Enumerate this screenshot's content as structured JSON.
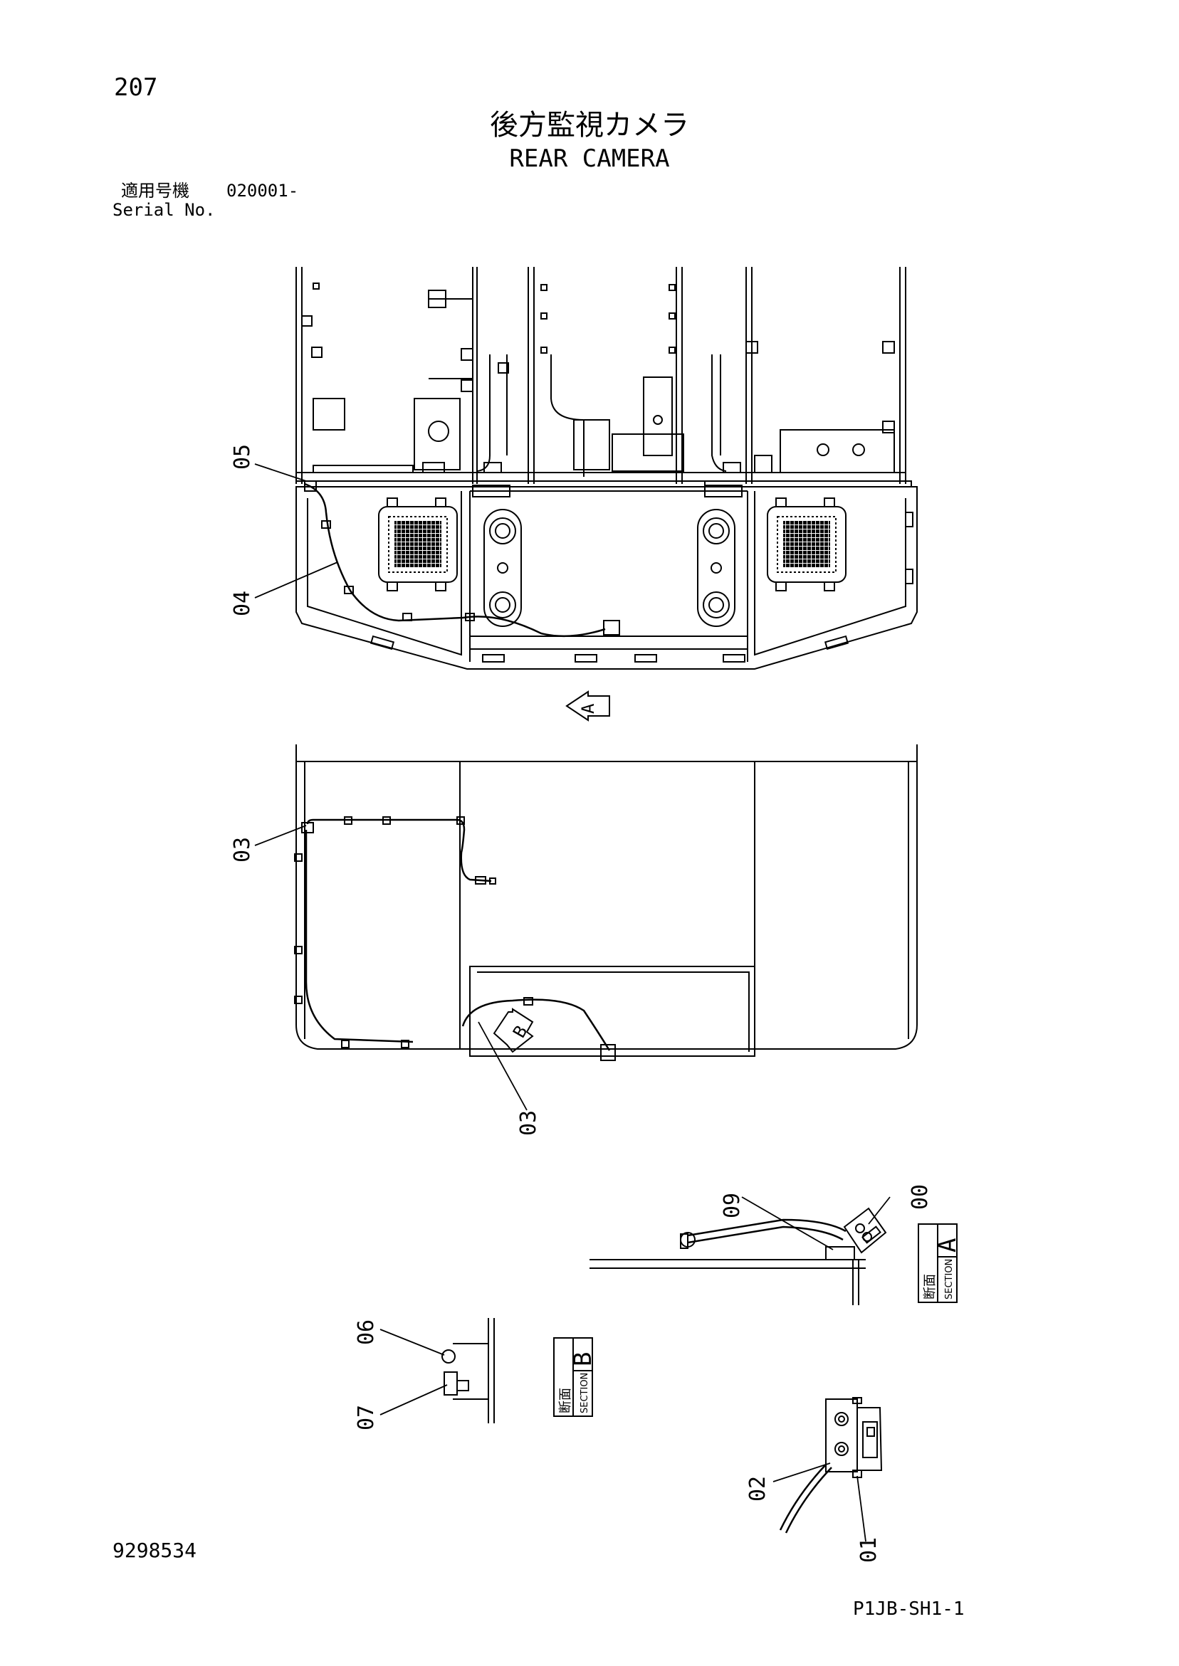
{
  "header": {
    "page_number": "207",
    "title_jp": "後方監視カメラ",
    "title_en": "REAR CAMERA",
    "serial_label_jp": "適用号機",
    "serial_value": "020001-",
    "serial_label_en": "Serial No."
  },
  "callouts": {
    "c05": "05",
    "c04": "04",
    "c03a": "03",
    "c03b": "03",
    "c09": "09",
    "c00": "00",
    "c06": "06",
    "c07": "07",
    "c02": "02",
    "c01": "01"
  },
  "view_arrows": {
    "arrow_a": "A",
    "arrow_b": "B"
  },
  "sections": {
    "section_a": {
      "letter": "A",
      "kanji": "断面",
      "word": "SECTION"
    },
    "section_b": {
      "letter": "B",
      "kanji": "断面",
      "word": "SECTION"
    }
  },
  "footer": {
    "doc_number": "9298534",
    "sheet_code": "P1JB-SH1-1"
  }
}
